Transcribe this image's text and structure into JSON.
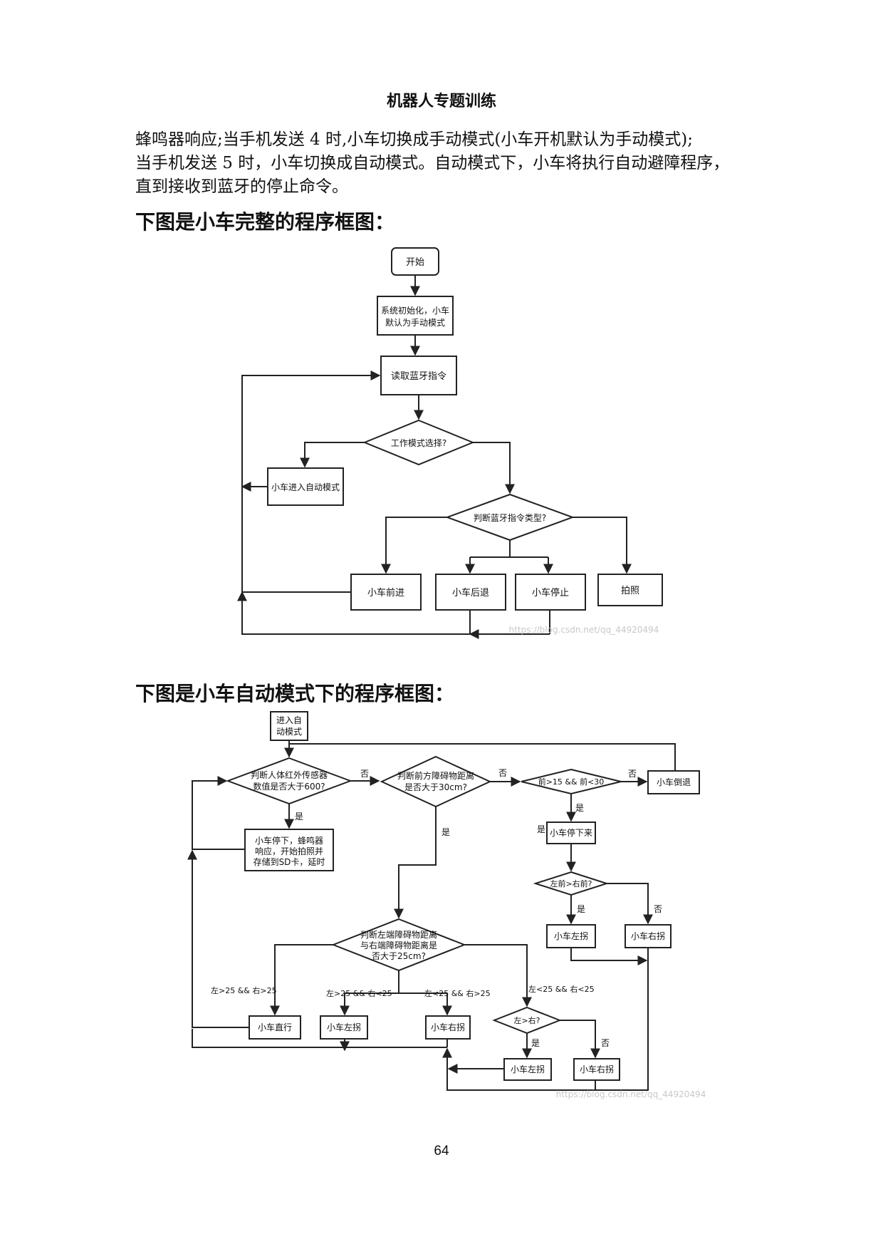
{
  "header": {
    "title": "机器人专题训练"
  },
  "intro": {
    "lines": [
      "蜂鸣器响应;当手机发送 4 时,小车切换成手动模式(小车开机默认为手动模式);",
      "当手机发送 5 时，小车切换成自动模式。自动模式下，小车将执行自动避障程序，",
      "直到接收到蓝牙的停止命令。"
    ]
  },
  "section1": {
    "heading": "下图是小车完整的程序框图："
  },
  "flow1": {
    "start": "开始",
    "init": [
      "系统初始化，小车",
      "默认为手动模式"
    ],
    "read_bt": "读取蓝牙指令",
    "mode_select": "工作模式选择?",
    "auto_mode": "小车进入自动模式",
    "judge_type": "判断蓝牙指令类型?",
    "forward": "小车前进",
    "backward": "小车后退",
    "stop": "小车停止",
    "photo": "拍照",
    "watermark": "https://blog.csdn.net/qq_44920494"
  },
  "section2": {
    "heading": "下图是小车自动模式下的程序框图："
  },
  "flow2": {
    "enter_auto": [
      "进入自",
      "动模式"
    ],
    "judge_ir": [
      "判断人体红外传感器",
      "数值是否大于600?"
    ],
    "judge_front": [
      "判断前方障碍物距离",
      "是否大于30cm?"
    ],
    "judge_range": "前>15 && 前<30",
    "reverse": "小车倒退",
    "stop_buzz": [
      "小车停下，蜂鸣器",
      "响应，开始拍照并",
      "存储到SD卡，延时"
    ],
    "stop_down": "小车停下来",
    "judge_lr_front": "左前>右前?",
    "turn_left_a": "小车左拐",
    "turn_right_a": "小车右拐",
    "judge_lr": [
      "判断左端障碍物距离",
      "与右端障碍物距离是",
      "否大于25cm?"
    ],
    "cond1": "左>25 && 右>25",
    "cond2": "左>25 && 右<25",
    "cond3": "左<25 && 右>25",
    "cond4": "左<25 && 右<25",
    "go_straight": "小车直行",
    "turn_left_b": "小车左拐",
    "turn_right_b": "小车右拐",
    "judge_lr2": "左>右?",
    "turn_left_c": "小车左拐",
    "turn_right_c": "小车右拐",
    "yes": "是",
    "no": "否",
    "watermark": "https://blog.csdn.net/qq_44920494"
  },
  "page_number": "64"
}
